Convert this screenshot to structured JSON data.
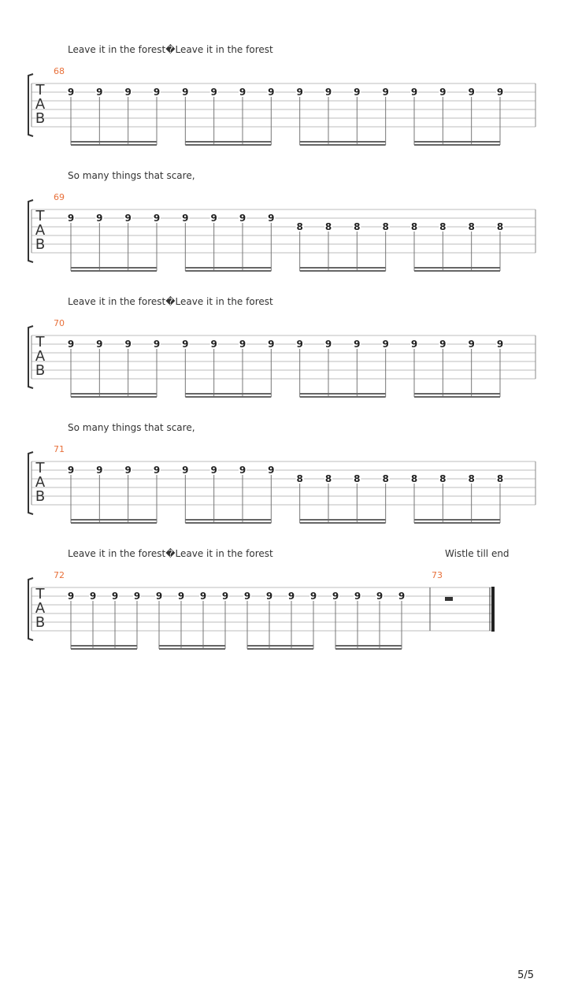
{
  "page_number": "5/5",
  "clef_letters": [
    "T",
    "A",
    "B"
  ],
  "colors": {
    "measure_number": "#e8703a",
    "staff_line": "#bdbdbd",
    "beam": "#666666",
    "text": "#333333"
  },
  "systems": [
    {
      "lyric": "Leave it in the forest�Leave it in the forest",
      "lyric_right": "",
      "measures": [
        {
          "number": "68",
          "string": 2,
          "notes": [
            "9",
            "9",
            "9",
            "9",
            "9",
            "9",
            "9",
            "9",
            "9",
            "9",
            "9",
            "9",
            "9",
            "9",
            "9",
            "9"
          ],
          "rest": false
        }
      ]
    },
    {
      "lyric": "So many things that scare,",
      "lyric_right": "",
      "measures": [
        {
          "number": "69",
          "string": 2,
          "notes": [
            "9",
            "9",
            "9",
            "9",
            "9",
            "9",
            "9",
            "9"
          ],
          "rest": false,
          "notes2_string": 3,
          "notes2": [
            "8",
            "8",
            "8",
            "8",
            "8",
            "8",
            "8",
            "8"
          ]
        }
      ]
    },
    {
      "lyric": "Leave it in the forest�Leave it in the forest",
      "lyric_right": "",
      "measures": [
        {
          "number": "70",
          "string": 2,
          "notes": [
            "9",
            "9",
            "9",
            "9",
            "9",
            "9",
            "9",
            "9",
            "9",
            "9",
            "9",
            "9",
            "9",
            "9",
            "9",
            "9"
          ],
          "rest": false
        }
      ]
    },
    {
      "lyric": "So many things that scare,",
      "lyric_right": "",
      "measures": [
        {
          "number": "71",
          "string": 2,
          "notes": [
            "9",
            "9",
            "9",
            "9",
            "9",
            "9",
            "9",
            "9"
          ],
          "rest": false,
          "notes2_string": 3,
          "notes2": [
            "8",
            "8",
            "8",
            "8",
            "8",
            "8",
            "8",
            "8"
          ]
        }
      ]
    },
    {
      "lyric": "Leave it in the forest�Leave it in the forest",
      "lyric_right": "Wistle till end",
      "measures": [
        {
          "number": "72",
          "string": 2,
          "notes": [
            "9",
            "9",
            "9",
            "9",
            "9",
            "9",
            "9",
            "9",
            "9",
            "9",
            "9",
            "9",
            "9",
            "9",
            "9",
            "9"
          ],
          "rest": false
        },
        {
          "number": "73",
          "rest": true,
          "notes": []
        }
      ]
    }
  ]
}
